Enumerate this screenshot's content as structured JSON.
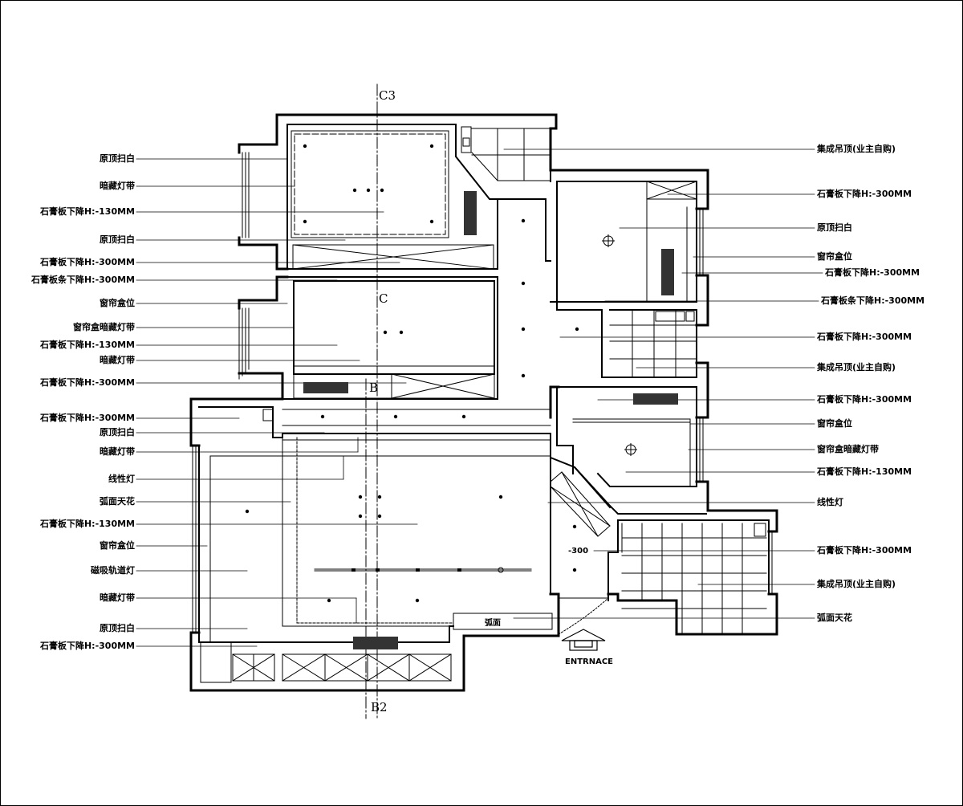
{
  "axes": {
    "c3": "C3",
    "c": "C",
    "b": "B",
    "b2": "B2"
  },
  "entrance": "ENTRNACE",
  "marks": {
    "minus300": "-300",
    "arc": "弧面"
  },
  "left_labels": [
    "原顶扫白",
    "暗藏灯带",
    "石膏板下降H:-130MM",
    "原顶扫白",
    "石膏板下降H:-300MM",
    "石膏板条下降H:-300MM",
    "窗帘盒位",
    "窗帘盒暗藏灯带",
    "石膏板下降H:-130MM",
    "暗藏灯带",
    "石膏板下降H:-300MM",
    "石膏板下降H:-300MM",
    "原顶扫白",
    "暗藏灯带",
    "线性灯",
    "弧面天花",
    "石膏板下降H:-130MM",
    "窗帘盒位",
    "磁吸轨道灯",
    "暗藏灯带",
    "原顶扫白",
    "石膏板下降H:-300MM"
  ],
  "right_labels": [
    "集成吊顶(业主自购)",
    "石膏板下降H:-300MM",
    "原顶扫白",
    "窗帘盒位",
    "石膏板下降H:-300MM",
    "石膏板条下降H:-300MM",
    "石膏板下降H:-300MM",
    "集成吊顶(业主自购)",
    "石膏板下降H:-300MM",
    "窗帘盒位",
    "窗帘盒暗藏灯带",
    "石膏板下降H:-130MM",
    "线性灯",
    "石膏板下降H:-300MM",
    "集成吊顶(业主自购)",
    "弧面天花"
  ]
}
